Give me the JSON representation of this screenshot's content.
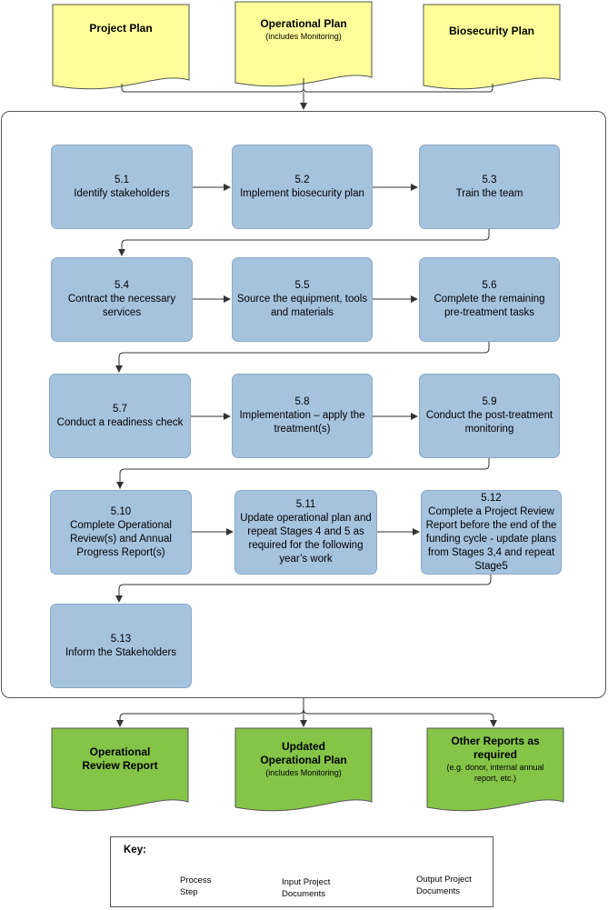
{
  "inputs": {
    "project_plan": {
      "title": "Project Plan",
      "sub": ""
    },
    "operational_plan": {
      "title": "Operational Plan",
      "sub": "(includes Monitoring)"
    },
    "biosecurity_plan": {
      "title": "Biosecurity Plan",
      "sub": ""
    }
  },
  "steps": [
    {
      "num": "5.1",
      "label": "Identify stakeholders"
    },
    {
      "num": "5.2",
      "label": "Implement biosecurity plan"
    },
    {
      "num": "5.3",
      "label": "Train the team"
    },
    {
      "num": "5.4",
      "label": "Contract the necessary services"
    },
    {
      "num": "5.5",
      "label": "Source the equipment, tools and materials"
    },
    {
      "num": "5.6",
      "label": "Complete the remaining pre-treatment tasks"
    },
    {
      "num": "5.7",
      "label": "Conduct a readiness check"
    },
    {
      "num": "5.8",
      "label": "Implementation – apply the treatment(s)"
    },
    {
      "num": "5.9",
      "label": "Conduct the post-treatment monitoring"
    },
    {
      "num": "5.10",
      "label": "Complete Operational Review(s) and Annual Progress Report(s)"
    },
    {
      "num": "5.11",
      "label": "Update operational plan and repeat Stages 4 and 5 as required for the following year’s work"
    },
    {
      "num": "5.12",
      "label": "Complete a Project Review Report before the end of the funding cycle - update plans from Stages 3,4 and repeat Stage5"
    },
    {
      "num": "5.13",
      "label": "Inform the Stakeholders"
    }
  ],
  "outputs": {
    "operational_review": {
      "title": "Operational Review Report",
      "sub": ""
    },
    "updated_plan": {
      "title": "Updated Operational Plan",
      "sub": "(includes Monitoring)"
    },
    "other_reports": {
      "title": "Other Reports as required",
      "sub": "(e.g. donor, internal annual report, etc.)"
    }
  },
  "key": {
    "title": "Key:",
    "process_step": "Process Step",
    "input_docs": "Input Project Documents",
    "output_docs": "Output Project Documents"
  },
  "colors": {
    "process": "#a6c3de",
    "input": "#ffff99",
    "output": "#84c447"
  }
}
